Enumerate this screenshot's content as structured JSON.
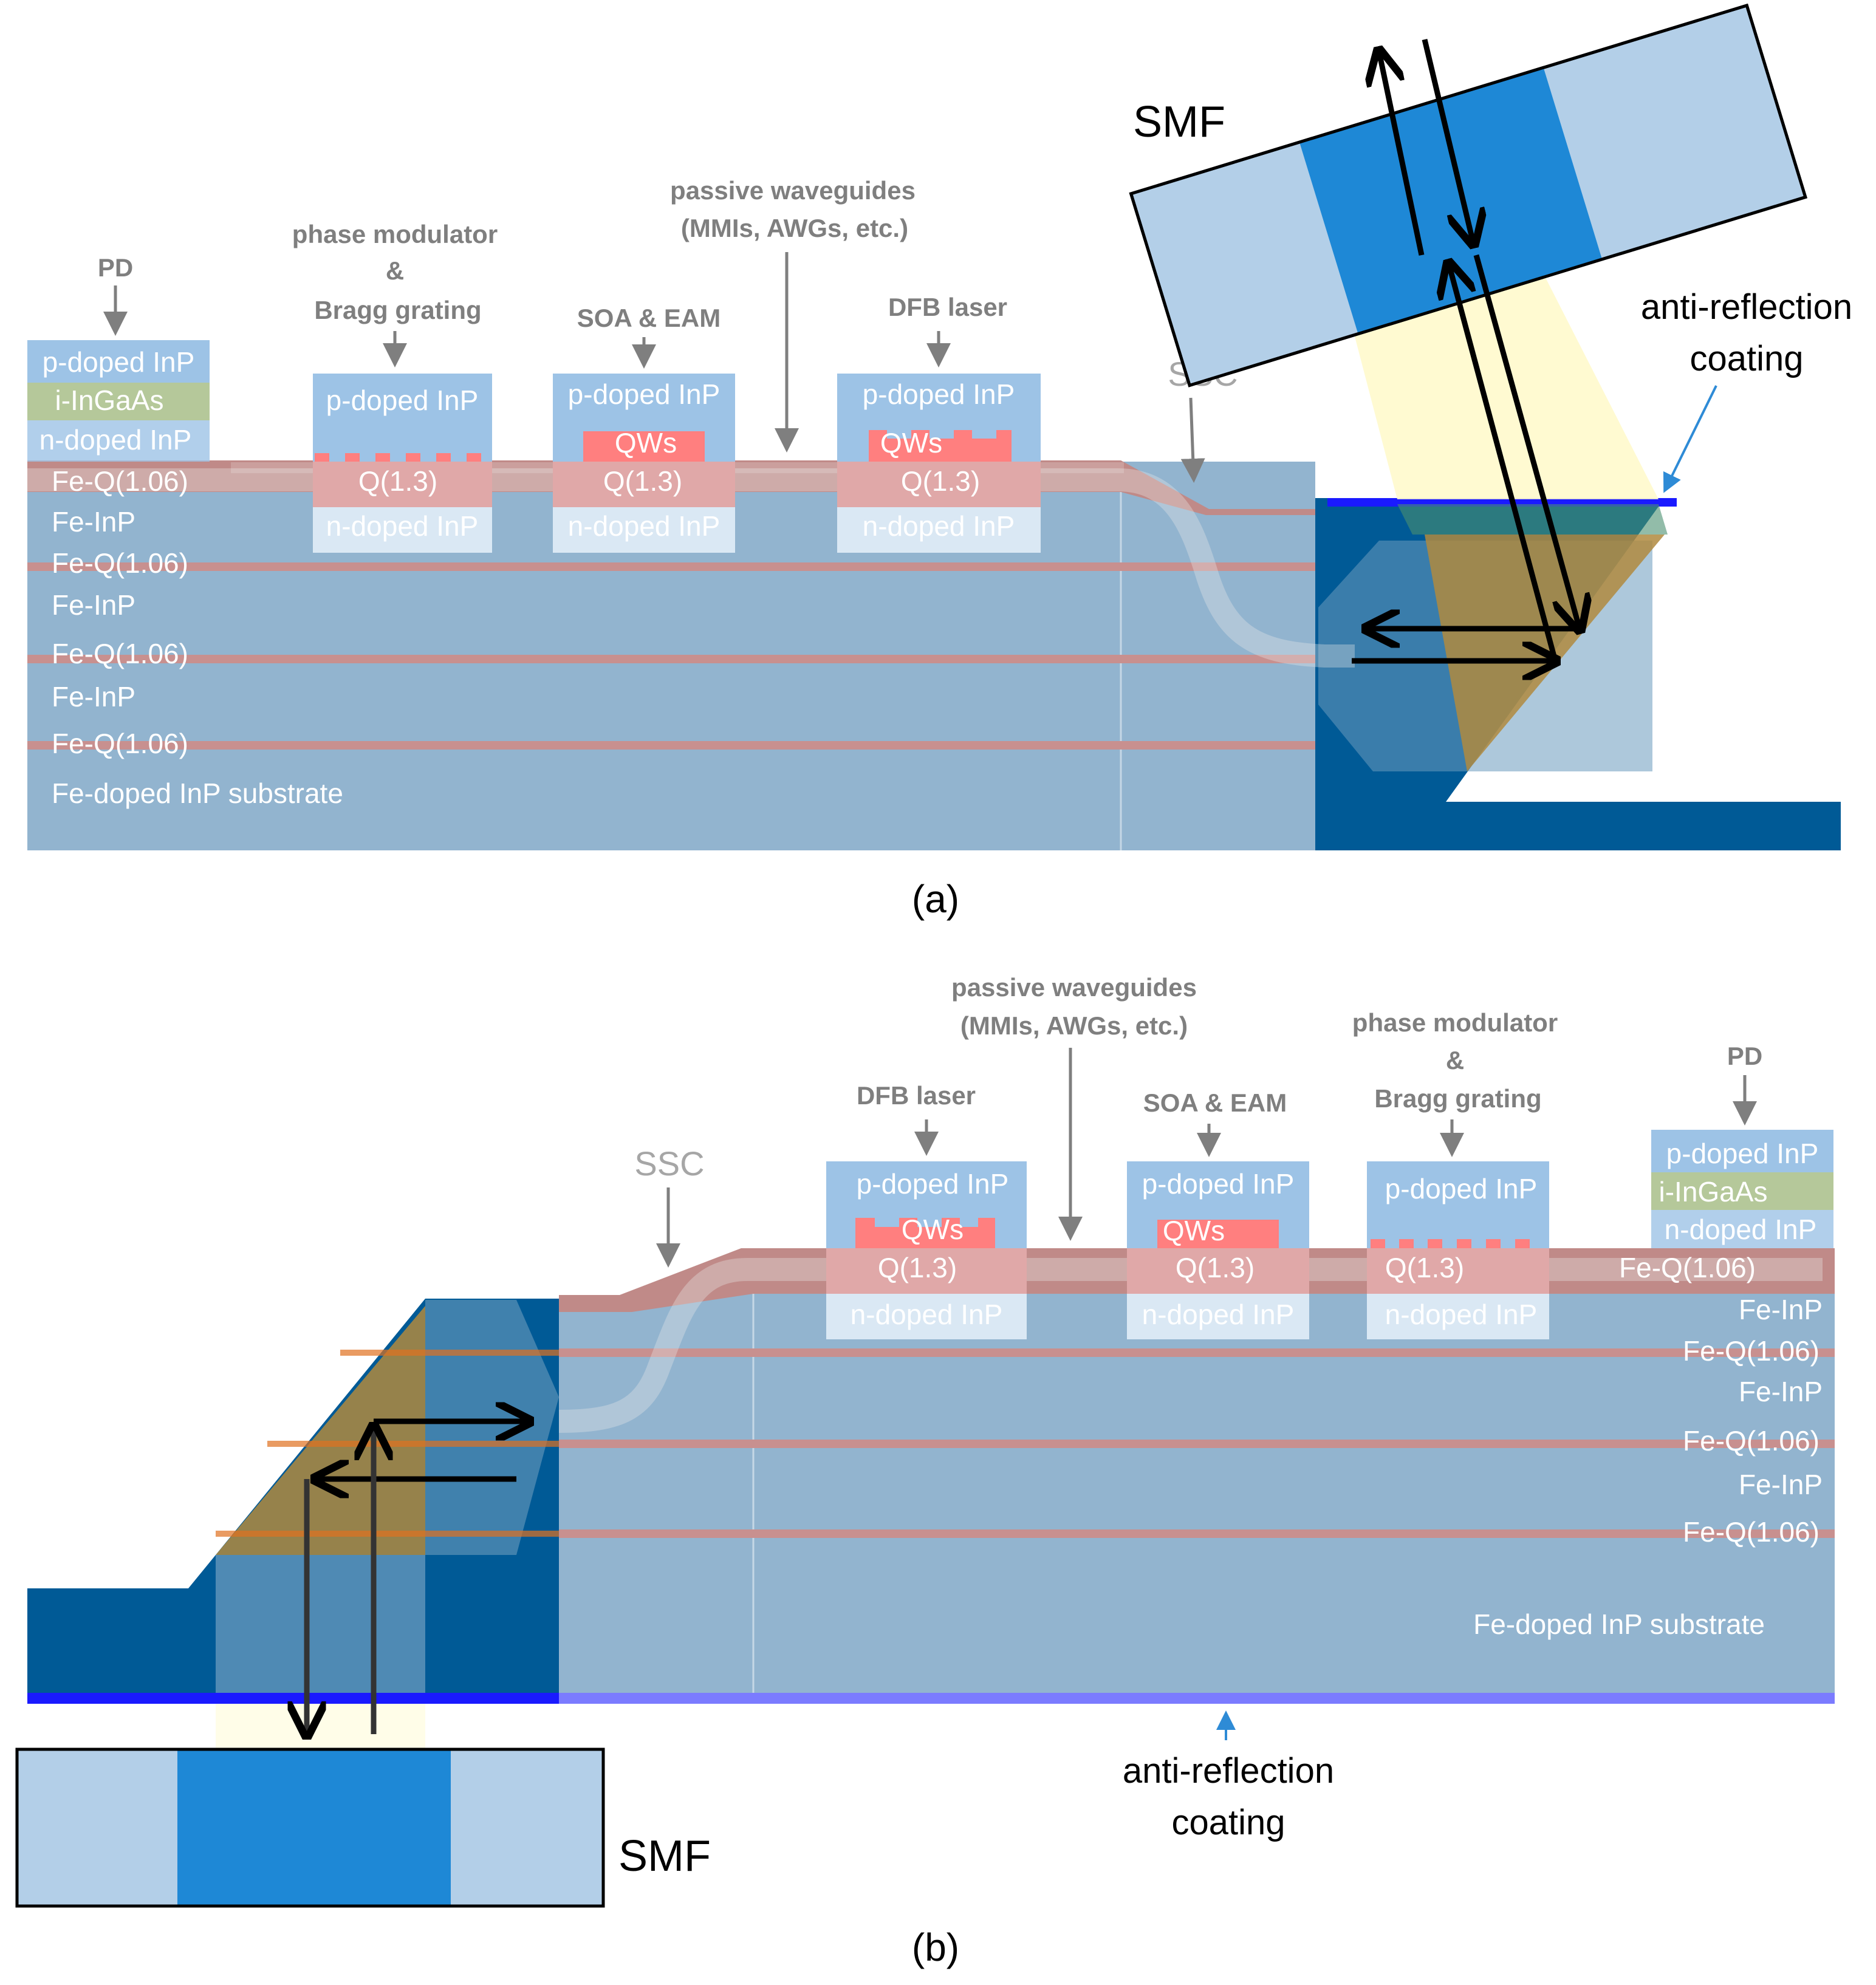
{
  "panel_a": {
    "caption": "(a)",
    "pd": {
      "label": "PD",
      "layers": [
        "p-doped InP",
        "i-InGaAs",
        "n-doped InP"
      ]
    },
    "phase_modulator": {
      "label_line1": "phase modulator",
      "label_line2": "&",
      "label_line3": "Bragg grating",
      "top": "p-doped InP",
      "core": "Q(1.3)",
      "bottom": "n-doped InP"
    },
    "soa_eam": {
      "label": "SOA & EAM",
      "top": "p-doped InP",
      "qw": "QWs",
      "core": "Q(1.3)",
      "bottom": "n-doped InP"
    },
    "passive": {
      "label_line1": "passive waveguides",
      "label_line2": "(MMIs, AWGs, etc.)"
    },
    "dfb": {
      "label": "DFB laser",
      "top": "p-doped InP",
      "qw": "QWs",
      "core": "Q(1.3)",
      "bottom": "n-doped InP"
    },
    "ssc": "SSC",
    "substrate_layers": [
      "Fe-Q(1.06)",
      "Fe-InP",
      "Fe-Q(1.06)",
      "Fe-InP",
      "Fe-Q(1.06)",
      "Fe-InP",
      "Fe-Q(1.06)",
      "Fe-doped InP substrate"
    ],
    "smf": "SMF",
    "ar_line1": "anti-reflection",
    "ar_line2": "coating"
  },
  "panel_b": {
    "caption": "(b)",
    "dfb": {
      "label": "DFB laser",
      "top": "p-doped InP",
      "qw": "QWs",
      "core": "Q(1.3)",
      "bottom": "n-doped InP"
    },
    "passive": {
      "label_line1": "passive waveguides",
      "label_line2": "(MMIs, AWGs, etc.)"
    },
    "soa_eam": {
      "label": "SOA & EAM",
      "top": "p-doped InP",
      "qw": "QWs",
      "core": "Q(1.3)",
      "bottom": "n-doped InP"
    },
    "phase_modulator": {
      "label_line1": "phase modulator",
      "label_line2": "&",
      "label_line3": "Bragg grating",
      "top": "p-doped InP",
      "core": "Q(1.3)",
      "bottom": "n-doped InP"
    },
    "pd": {
      "label": "PD",
      "layers": [
        "p-doped InP",
        "i-InGaAs",
        "n-doped InP"
      ]
    },
    "ssc": "SSC",
    "substrate_layers": [
      "Fe-Q(1.06)",
      "Fe-InP",
      "Fe-Q(1.06)",
      "Fe-InP",
      "Fe-Q(1.06)",
      "Fe-InP",
      "Fe-Q(1.06)",
      "Fe-doped InP substrate"
    ],
    "smf": "SMF",
    "ar_line1": "anti-reflection",
    "ar_line2": "coating"
  },
  "colors": {
    "substrate": "#92b4cf",
    "dark_region": "#005a96",
    "waveguide_core": "#e0a8a8",
    "thin_layer": "#c8908f",
    "p_doped": "#9dc3e6",
    "n_doped": "#dae8f4",
    "i_ingaas": "#b5c89a",
    "qw": "#ff7f7f",
    "ar_coating": "#1a1aff",
    "fiber_core": "#1e88d6",
    "fiber_clad": "#b3cfe8",
    "beam": "#fffacc",
    "mirror": "#b08a3e",
    "arrow_gray": "#7f7f7f"
  }
}
